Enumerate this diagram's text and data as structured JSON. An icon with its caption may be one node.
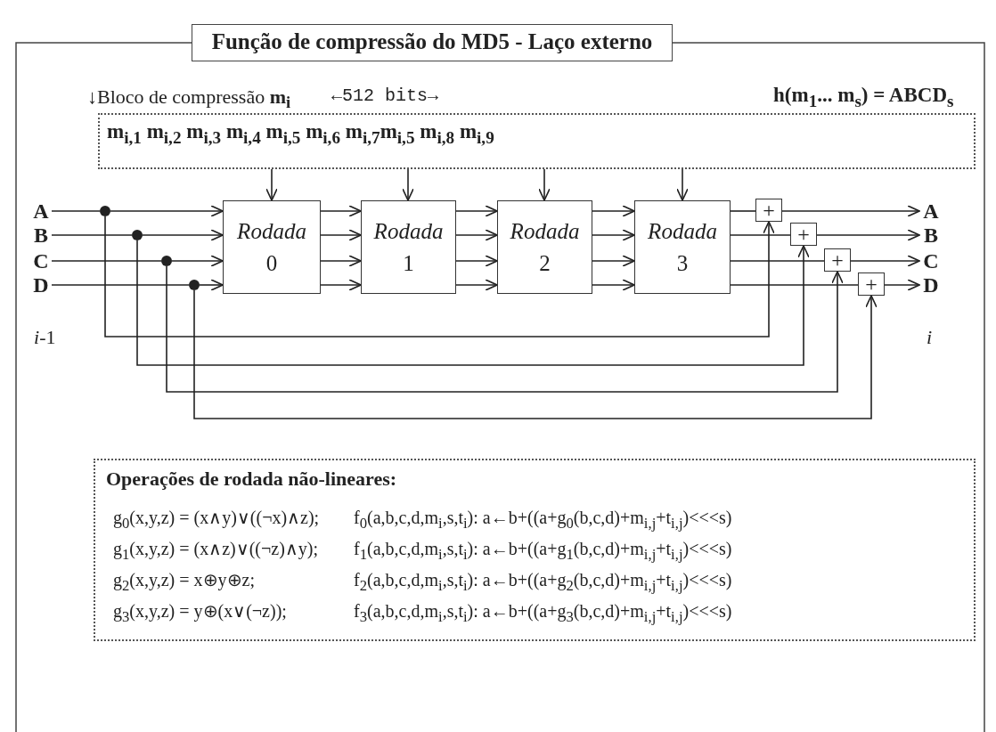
{
  "diagram": {
    "title": "Função de compressão do MD5 - Laço externo",
    "nodes": [
      {
        "text": [
          "m$_{i,1}$ m$_{i,2}$ m$_{i,3}$ m$_{i,4}$ m$_{i,5}$ m$_{i,6}$ m$_{i,7}$m$_{i,5}$ m$_{i,8}$ m$_{i,9}$"
        ]
      },
      {
        "text": [
          "*Rodada* 0"
        ]
      },
      {
        "text": [
          "*Rodada* 1"
        ]
      },
      {
        "text": [
          "*Rodada* 2"
        ]
      },
      {
        "text": [
          "*Rodada* 3"
        ]
      },
      {
        "text": [
          "A"
        ]
      },
      {
        "text": [
          "B"
        ]
      },
      {
        "text": [
          "C"
        ]
      },
      {
        "text": [
          "D"
        ]
      },
      {
        "text": [],
        "shape": "circle"
      },
      {
        "text": [],
        "shape": "circle"
      },
      {
        "text": [],
        "shape": "circle"
      },
      {
        "text": [],
        "shape": "circle"
      },
      {
        "text": [
          "+"
        ]
      },
      {
        "text": [
          "+"
        ]
      },
      {
        "text": [
          "+"
        ]
      },
      {
        "text": [
          "+"
        ]
      },
      {
        "text": [
          "A"
        ]
      },
      {
        "text": [
          "B"
        ]
      },
      {
        "text": [
          "C"
        ]
      },
      {
        "text": [
          "D"
        ]
      },
      {
        "text": [
          "Operações de rodada não-lineares:",
          "g$_{0}$(x,y,z) = (x∧y)∨((¬x)∧z);",
          "f$_{0}$(a,b,c,d,m$_{i}$,s,t$_{i}$): a←b+((a+g$_{0}$(b,c,d)+m$_{i,j}$+t$_{i,j}$)<<<s)",
          "g$_{1}$(x,y,z) = (x∧z)∨((¬z)∧y);",
          "f$_{1}$(a,b,c,d,m$_{i}$,s,t$_{i}$): a←b+((a+g$_{1}$(b,c,d)+m$_{i,j}$+t$_{i,j}$)<<<s)",
          "g$_{2}$(x,y,z) = x⊕y⊕z;",
          "f$_{2}$(a,b,c,d,m$_{i}$,s,t$_{i}$): a←b+((a+g$_{2}$(b,c,d)+m$_{i,j}$+t$_{i,j}$)<<<s)",
          "g$_{3}$(x,y,z) = y⊕(x∨(¬z));",
          "f$_{3}$(a,b,c,d,m$_{i}$,s,t$_{i}$): a←b+((a+g$_{3}$(b,c,d)+m$_{i,j}$+t$_{i,j}$)<<<s)"
        ]
      }
    ],
    "edges": [
      {
        "from": 0,
        "to": 1,
        "arrow": "to"
      },
      {
        "from": 0,
        "to": 2,
        "arrow": "to"
      },
      {
        "from": 0,
        "to": 3,
        "arrow": "to"
      },
      {
        "from": 0,
        "to": 4,
        "arrow": "to"
      },
      {
        "from": 5,
        "to": 9,
        "arrow": "none"
      },
      {
        "from": 6,
        "to": 10,
        "arrow": "none"
      },
      {
        "from": 7,
        "to": 11,
        "arrow": "none"
      },
      {
        "from": 8,
        "to": 12,
        "arrow": "none"
      },
      {
        "from": 9,
        "to": 1,
        "arrow": "to"
      },
      {
        "from": 10,
        "to": 1,
        "arrow": "to"
      },
      {
        "from": 11,
        "to": 1,
        "arrow": "to"
      },
      {
        "from": 12,
        "to": 1,
        "arrow": "to"
      },
      {
        "from": 1,
        "to": 2,
        "arrow": "to"
      },
      {
        "from": 1,
        "to": 2,
        "arrow": "to"
      },
      {
        "from": 1,
        "to": 2,
        "arrow": "to"
      },
      {
        "from": 1,
        "to": 2,
        "arrow": "to"
      },
      {
        "from": 2,
        "to": 3,
        "arrow": "to"
      },
      {
        "from": 2,
        "to": 3,
        "arrow": "to"
      },
      {
        "from": 2,
        "to": 3,
        "arrow": "to"
      },
      {
        "from": 2,
        "to": 3,
        "arrow": "to"
      },
      {
        "from": 3,
        "to": 4,
        "arrow": "to"
      },
      {
        "from": 3,
        "to": 4,
        "arrow": "to"
      },
      {
        "from": 3,
        "to": 4,
        "arrow": "to"
      },
      {
        "from": 3,
        "to": 4,
        "arrow": "to"
      },
      {
        "from": 4,
        "to": 13,
        "arrow": "none"
      },
      {
        "from": 4,
        "to": 14,
        "arrow": "none"
      },
      {
        "from": 4,
        "to": 15,
        "arrow": "none"
      },
      {
        "from": 4,
        "to": 16,
        "arrow": "none"
      },
      {
        "from": 9,
        "to": 13,
        "arrow": "to"
      },
      {
        "from": 10,
        "to": 14,
        "arrow": "to"
      },
      {
        "from": 11,
        "to": 15,
        "arrow": "to"
      },
      {
        "from": 12,
        "to": 16,
        "arrow": "to"
      },
      {
        "from": 13,
        "to": 17,
        "arrow": "to"
      },
      {
        "from": 14,
        "to": 18,
        "arrow": "to"
      },
      {
        "from": 15,
        "to": 19,
        "arrow": "to"
      },
      {
        "from": 16,
        "to": 20,
        "arrow": "to"
      }
    ],
    "labels": [
      "↓Bloco de compressão **m$_{i}$**",
      "←512 bits→",
      "h(m$_{1}$... m$_{s}$) = ABCD$_{s}$",
      "*i*-1",
      "*i*"
    ]
  }
}
